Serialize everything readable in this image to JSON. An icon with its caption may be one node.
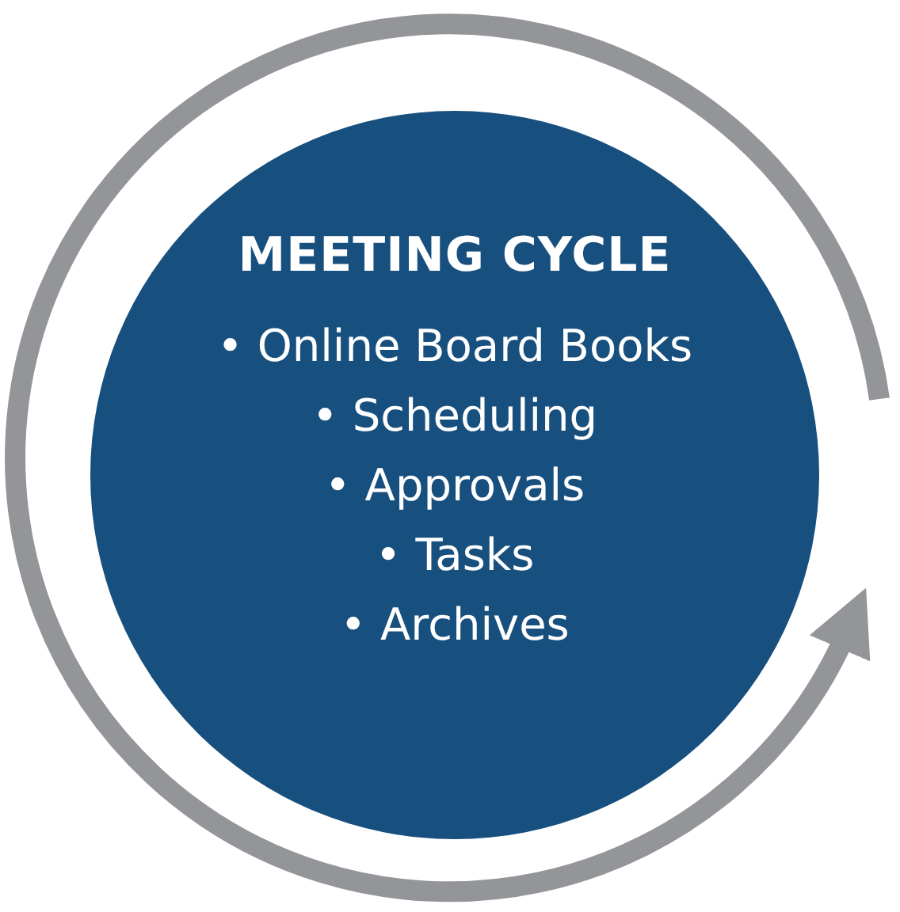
{
  "diagram": {
    "nodes": [
      {
        "text": [
          "MEETING CYCLE",
          "• Online Board Books",
          "• Scheduling",
          "• Approvals",
          "• Tasks",
          "• Archives"
        ]
      }
    ]
  }
}
